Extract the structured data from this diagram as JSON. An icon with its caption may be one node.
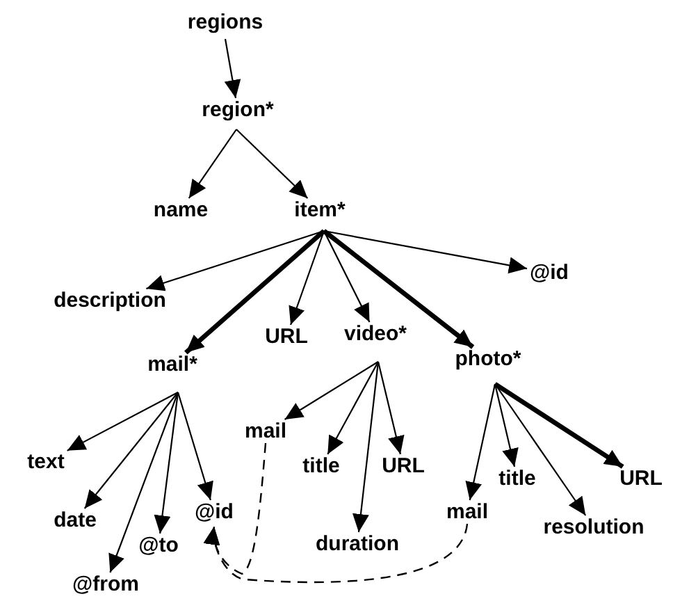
{
  "diagram": {
    "nodes": [
      {
        "text": [
          "regions"
        ]
      },
      {
        "text": [
          "region*"
        ]
      },
      {
        "text": [
          "name"
        ]
      },
      {
        "text": [
          "item*"
        ]
      },
      {
        "text": [
          "description"
        ]
      },
      {
        "text": [
          "mail*"
        ]
      },
      {
        "text": [
          "URL"
        ]
      },
      {
        "text": [
          "video*"
        ]
      },
      {
        "text": [
          "photo*"
        ]
      },
      {
        "text": [
          "@id"
        ]
      },
      {
        "text": [
          "text"
        ]
      },
      {
        "text": [
          "date"
        ]
      },
      {
        "text": [
          "@from"
        ]
      },
      {
        "text": [
          "@to"
        ]
      },
      {
        "text": [
          "@id"
        ]
      },
      {
        "text": [
          "mail"
        ]
      },
      {
        "text": [
          "title"
        ]
      },
      {
        "text": [
          "URL"
        ]
      },
      {
        "text": [
          "duration"
        ]
      },
      {
        "text": [
          "mail"
        ]
      },
      {
        "text": [
          "title"
        ]
      },
      {
        "text": [
          "URL"
        ]
      },
      {
        "text": [
          "resolution"
        ]
      }
    ],
    "edges": [
      {
        "from": 0,
        "to": 1,
        "arrow": "to"
      },
      {
        "from": 1,
        "to": 2,
        "arrow": "to"
      },
      {
        "from": 1,
        "to": 3,
        "arrow": "to"
      },
      {
        "from": 3,
        "to": 4,
        "arrow": "to"
      },
      {
        "from": 3,
        "to": 5,
        "arrow": "to",
        "style": "thick"
      },
      {
        "from": 3,
        "to": 6,
        "arrow": "to"
      },
      {
        "from": 3,
        "to": 7,
        "arrow": "to"
      },
      {
        "from": 3,
        "to": 8,
        "arrow": "to",
        "style": "thick"
      },
      {
        "from": 3,
        "to": 9,
        "arrow": "to"
      },
      {
        "from": 5,
        "to": 10,
        "arrow": "to"
      },
      {
        "from": 5,
        "to": 11,
        "arrow": "to"
      },
      {
        "from": 5,
        "to": 12,
        "arrow": "to"
      },
      {
        "from": 5,
        "to": 13,
        "arrow": "to"
      },
      {
        "from": 5,
        "to": 14,
        "arrow": "to"
      },
      {
        "from": 7,
        "to": 15,
        "arrow": "to"
      },
      {
        "from": 7,
        "to": 16,
        "arrow": "to"
      },
      {
        "from": 7,
        "to": 18,
        "arrow": "to"
      },
      {
        "from": 7,
        "to": 17,
        "arrow": "to"
      },
      {
        "from": 8,
        "to": 19,
        "arrow": "to"
      },
      {
        "from": 8,
        "to": 20,
        "arrow": "to"
      },
      {
        "from": 8,
        "to": 22,
        "arrow": "to"
      },
      {
        "from": 8,
        "to": 21,
        "arrow": "to",
        "style": "thick"
      },
      {
        "from": 15,
        "to": 14,
        "arrow": "to",
        "style": "dashed"
      },
      {
        "from": 19,
        "to": 14,
        "arrow": "to",
        "style": "dashed"
      }
    ]
  }
}
